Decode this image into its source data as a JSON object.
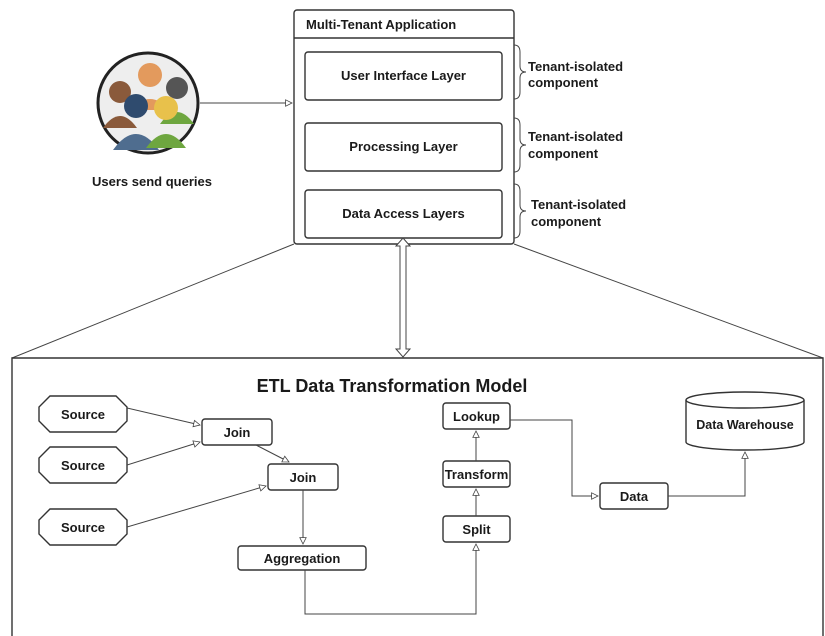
{
  "app": {
    "title": "Multi-Tenant Application",
    "layers": [
      "User Interface Layer",
      "Processing Layer",
      "Data Access Layers"
    ],
    "component_note": [
      "Tenant-isolated",
      "component"
    ]
  },
  "users": {
    "caption": "Users send queries",
    "icon": "users-group-icon"
  },
  "etl": {
    "title": "ETL Data Transformation Model",
    "nodes": {
      "source1": "Source",
      "source2": "Source",
      "source3": "Source",
      "join1": "Join",
      "join2": "Join",
      "aggregation": "Aggregation",
      "split": "Split",
      "transform": "Transform",
      "lookup": "Lookup",
      "data": "Data",
      "warehouse": "Data Warehouse"
    }
  },
  "colors": {
    "stroke": "#333333",
    "circle_bg": "#eeeeee",
    "person_colors": [
      "#8a5a3b",
      "#e39a5d",
      "#4f6d8f",
      "#6ea63f",
      "#e8c14b",
      "#2f4b6e"
    ]
  }
}
